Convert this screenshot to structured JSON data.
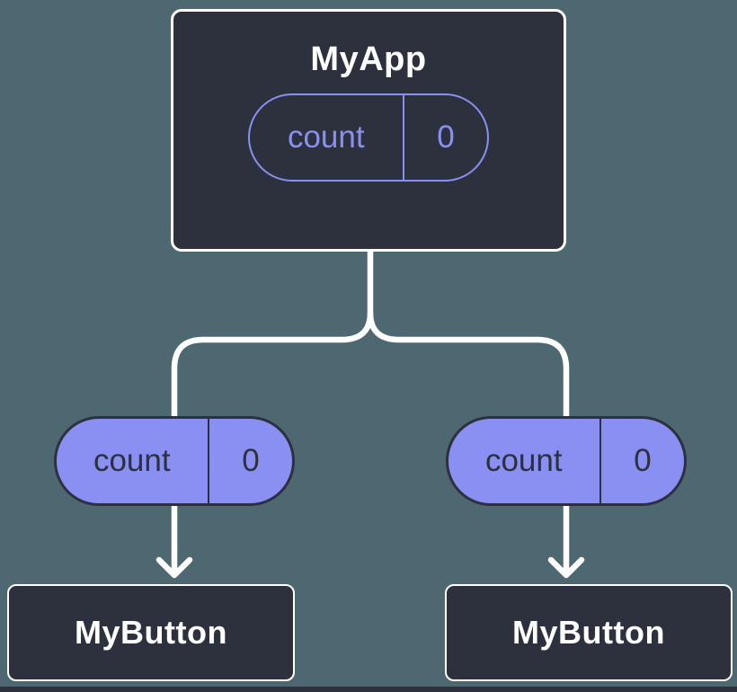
{
  "colors": {
    "background": "#4d6871",
    "node_fill": "#2d313e",
    "node_border": "#ffffff",
    "pill_fill": "#8a8ff2",
    "pill_outline": "#8a8ff2",
    "pill_text_dark": "#2d313e",
    "connector": "#ffffff"
  },
  "root_node": {
    "title": "MyApp",
    "prop": {
      "name": "count",
      "value": "0"
    }
  },
  "child_nodes": [
    {
      "title": "MyButton",
      "prop": {
        "name": "count",
        "value": "0"
      }
    },
    {
      "title": "MyButton",
      "prop": {
        "name": "count",
        "value": "0"
      }
    }
  ]
}
